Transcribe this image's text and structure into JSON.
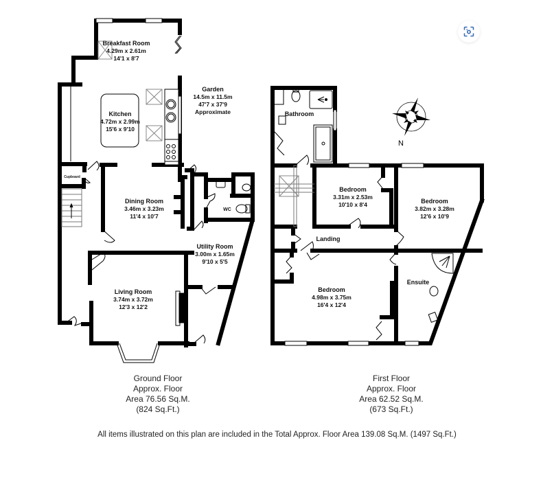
{
  "plan": {
    "ground_floor": {
      "rooms": [
        {
          "name": "Breakfast Room",
          "metric": "4.29m x 2.61m",
          "imperial": "14'1 x 8'7"
        },
        {
          "name": "Kitchen",
          "metric": "4.72m x 2.99m",
          "imperial": "15'6 x 9'10"
        },
        {
          "name": "Dining Room",
          "metric": "3.46m x 3.23m",
          "imperial": "11'4 x 10'7"
        },
        {
          "name": "Utility Room",
          "metric": "3.00m x 1.65m",
          "imperial": "9'10 x 5'5"
        },
        {
          "name": "Living Room",
          "metric": "3.74m x 3.72m",
          "imperial": "12'3 x 12'2"
        },
        {
          "name": "WC"
        },
        {
          "name": "Cupboard"
        }
      ],
      "garden": {
        "name": "Garden",
        "metric": "14.5m x 11.5m",
        "imperial": "47'7 x 37'9",
        "note": "Approximate"
      },
      "summary": {
        "title": "Ground Floor",
        "line2": "Approx. Floor",
        "area_sqm": "Area 76.56 Sq.M.",
        "area_sqft": "(824 Sq.Ft.)"
      }
    },
    "first_floor": {
      "rooms": [
        {
          "name": "Bathroom"
        },
        {
          "name": "Bedroom",
          "metric": "3.31m x 2.53m",
          "imperial": "10'10 x 8'4"
        },
        {
          "name": "Bedroom",
          "metric": "3.82m x 3.28m",
          "imperial": "12'6 x 10'9"
        },
        {
          "name": "Landing"
        },
        {
          "name": "Bedroom",
          "metric": "4.98m x 3.75m",
          "imperial": "16'4 x 12'4"
        },
        {
          "name": "Ensuite"
        }
      ],
      "summary": {
        "title": "First Floor",
        "line2": "Approx. Floor",
        "area_sqm": "Area 62.52 Sq.M.",
        "area_sqft": "(673 Sq.Ft.)"
      }
    },
    "compass": {
      "label": "N",
      "icon": "compass-rose-icon"
    },
    "footer": "All items illustrated on this plan are included in the Total Approx. Floor Area 139.08 Sq.M. (1497 Sq.Ft.)"
  },
  "ui": {
    "scan_button": {
      "icon": "image-scan-icon",
      "color": "#3b6fb6"
    }
  }
}
